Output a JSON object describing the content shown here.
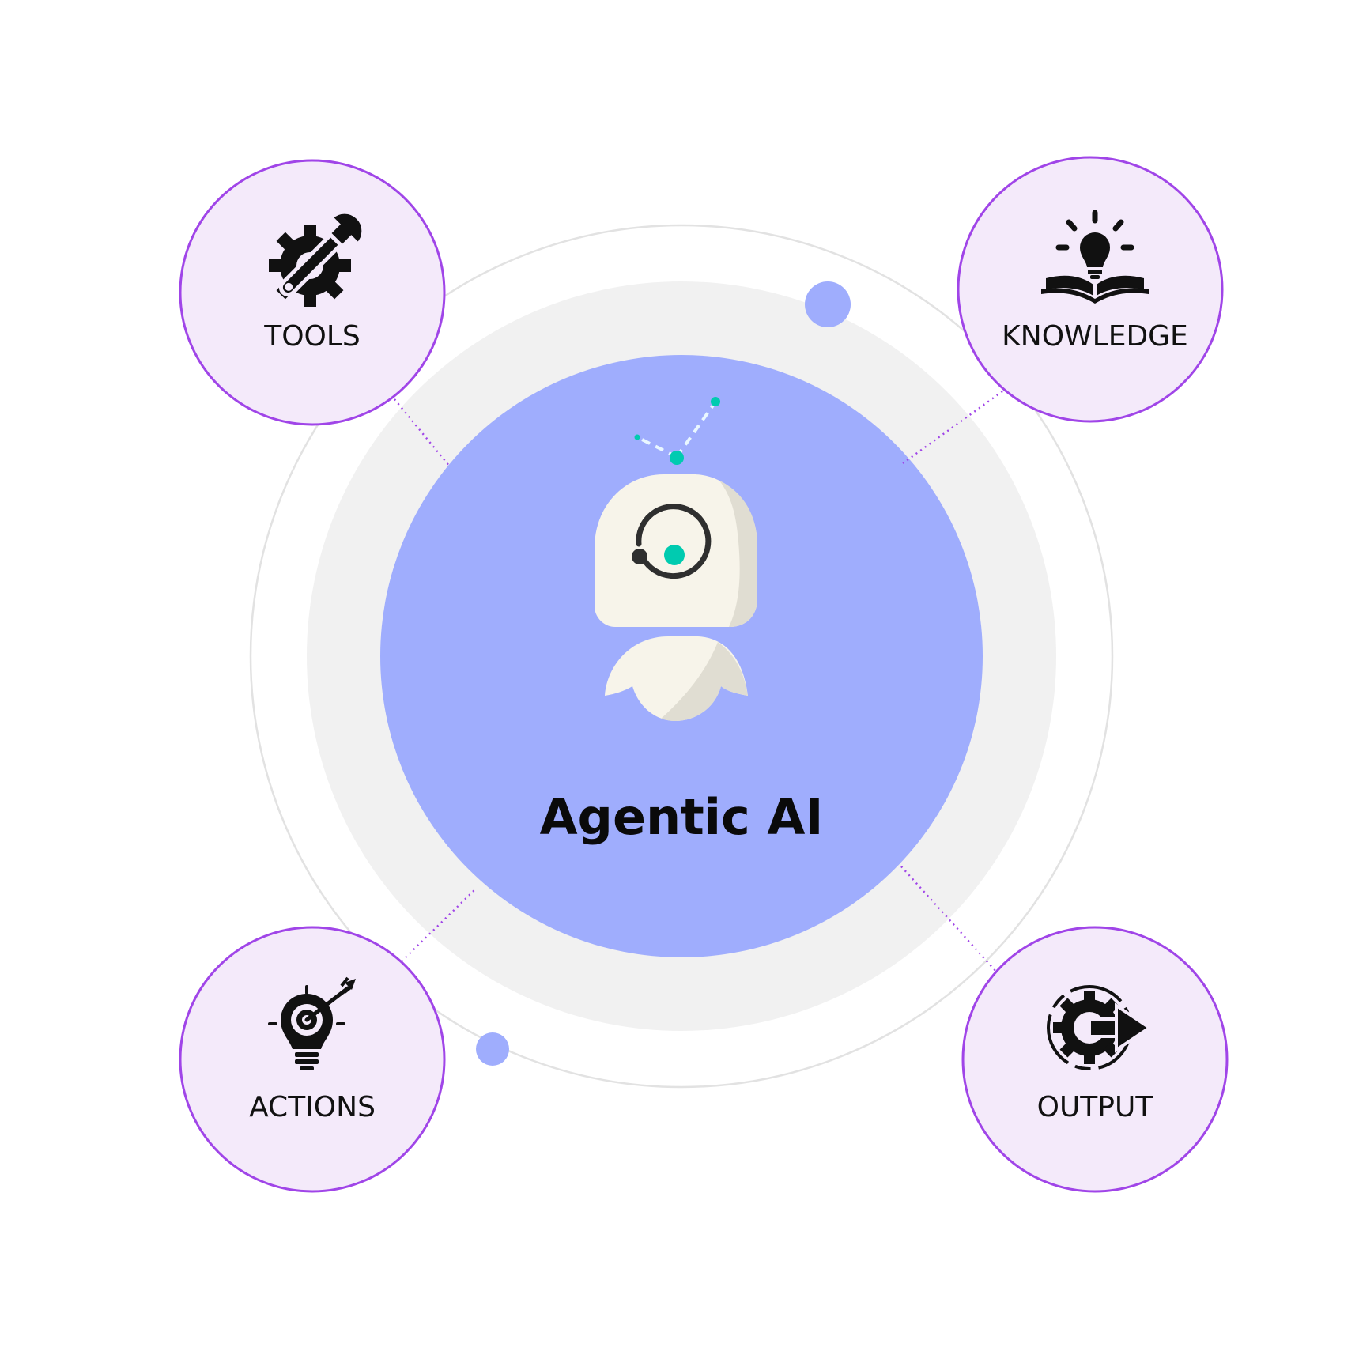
{
  "center": {
    "title": "Agentic AI"
  },
  "nodes": {
    "tools": {
      "label": "TOOLS",
      "icon": "wrench-gear-icon"
    },
    "knowledge": {
      "label": "KNOWLEDGE",
      "icon": "lightbulb-book-icon"
    },
    "actions": {
      "label": "ACTIONS",
      "icon": "target-lightbulb-icon"
    },
    "output": {
      "label": "OUTPUT",
      "icon": "gear-arrow-icon"
    }
  },
  "colors": {
    "center_fill": "#9fadfd",
    "ring_fill": "#f1f1f1",
    "outer_ring_stroke": "#e2e2e2",
    "node_fill": "#f4eafa",
    "node_stroke": "#a045e8",
    "accent_teal": "#00cbb0",
    "robot_body": "#f7f4ea",
    "robot_shadow": "#e0ddd2"
  }
}
